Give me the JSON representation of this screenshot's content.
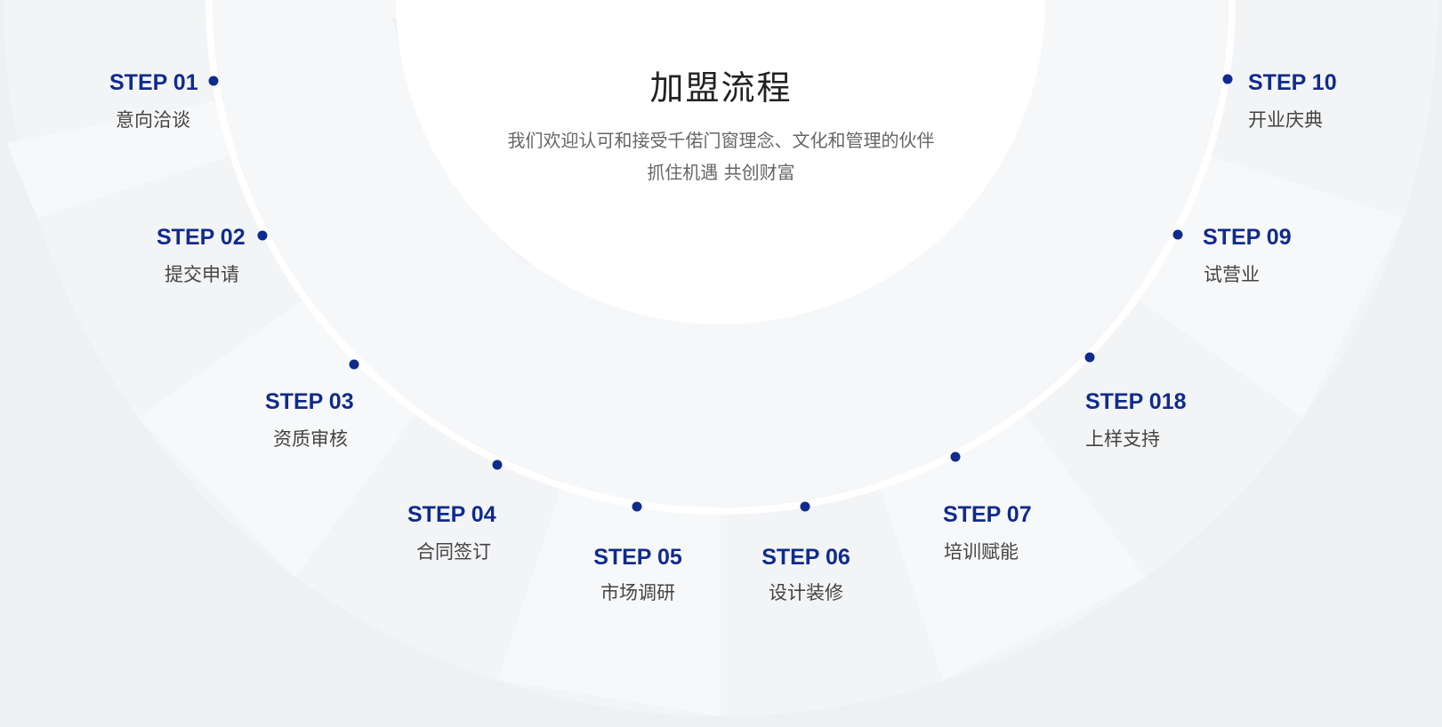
{
  "header": {
    "title": "加盟流程",
    "subtitle_line1": "我们欢迎认可和接受千偌门窗理念、文化和管理的伙伴",
    "subtitle_line2": "抓住机遇 共创财富"
  },
  "colors": {
    "accent": "#0f2b8c",
    "background": "#eef0f3",
    "arc": "#ffffff"
  },
  "steps": [
    {
      "num": "STEP 01",
      "label": "意向洽谈"
    },
    {
      "num": "STEP 02",
      "label": "提交申请"
    },
    {
      "num": "STEP 03",
      "label": "资质审核"
    },
    {
      "num": "STEP 04",
      "label": "合同签订"
    },
    {
      "num": "STEP 05",
      "label": "市场调研"
    },
    {
      "num": "STEP 06",
      "label": "设计装修"
    },
    {
      "num": "STEP 07",
      "label": "培训赋能"
    },
    {
      "num": "STEP 018",
      "label": "上样支持"
    },
    {
      "num": "STEP 09",
      "label": "试营业"
    },
    {
      "num": "STEP 10",
      "label": "开业庆典"
    }
  ]
}
